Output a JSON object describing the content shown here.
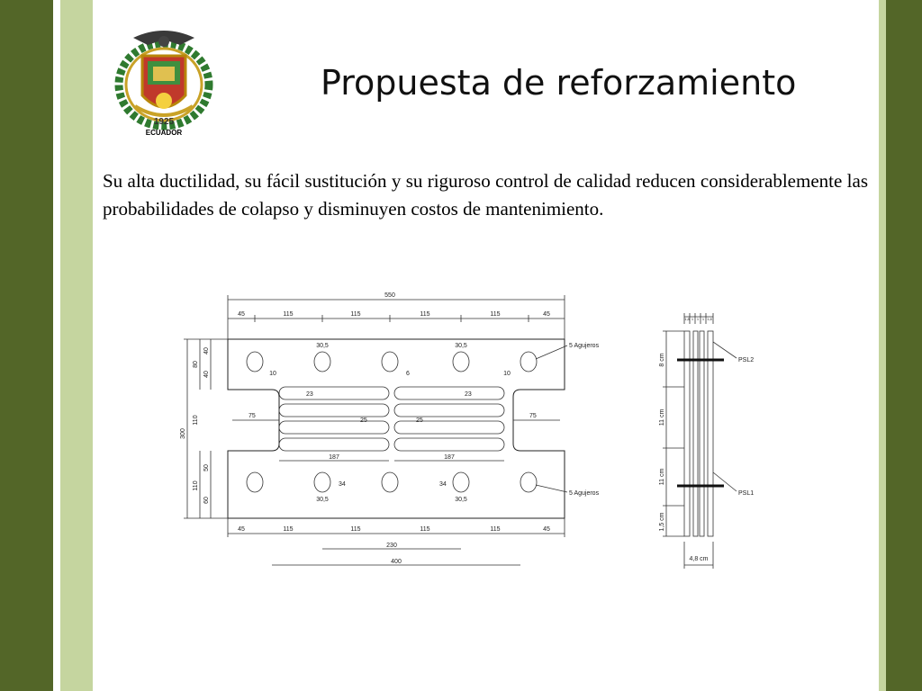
{
  "slide": {
    "title": "Propuesta de reforzamiento",
    "body": "Su alta ductilidad, su fácil sustitución y su riguroso control de calidad reducen considerablemente las probabilidades de colapso y disminuyen costos de mantenimiento."
  },
  "logo": {
    "year": "1925",
    "caption": "ECUADOR",
    "icon": "ecuador-coat-of-arms-icon"
  },
  "colors": {
    "band_dark": "#536628",
    "band_light": "#c5d59f",
    "text": "#111111"
  },
  "drawing_plan": {
    "dim_total_top": "550",
    "dims_top": [
      "45",
      "115",
      "115",
      "115",
      "115",
      "45"
    ],
    "dims_bottom": [
      "45",
      "115",
      "115",
      "115",
      "115",
      "45"
    ],
    "dim_230": "230",
    "dim_400": "400",
    "dims_left": [
      "40",
      "80",
      "40",
      "300",
      "110",
      "50",
      "110",
      "60"
    ],
    "hole_dia": "30,5",
    "gap_10": "10",
    "gap_6": "6",
    "dim_23": "23",
    "dim_75": "75",
    "dim_187": "187",
    "dim_34": "34",
    "dim_25": "25",
    "holes_label": "5 Agujeros"
  },
  "drawing_section": {
    "dims_top": [
      "1,8",
      "1",
      "1",
      "1",
      "1,8"
    ],
    "dim_8cm": "8 cm",
    "dim_11cm_a": "11 cm",
    "dim_11cm_b": "11 cm",
    "dim_15cm": "1,5 cm",
    "dim_48cm": "4,8 cm",
    "label_psl2": "PSL2",
    "label_psl1": "PSL1"
  }
}
